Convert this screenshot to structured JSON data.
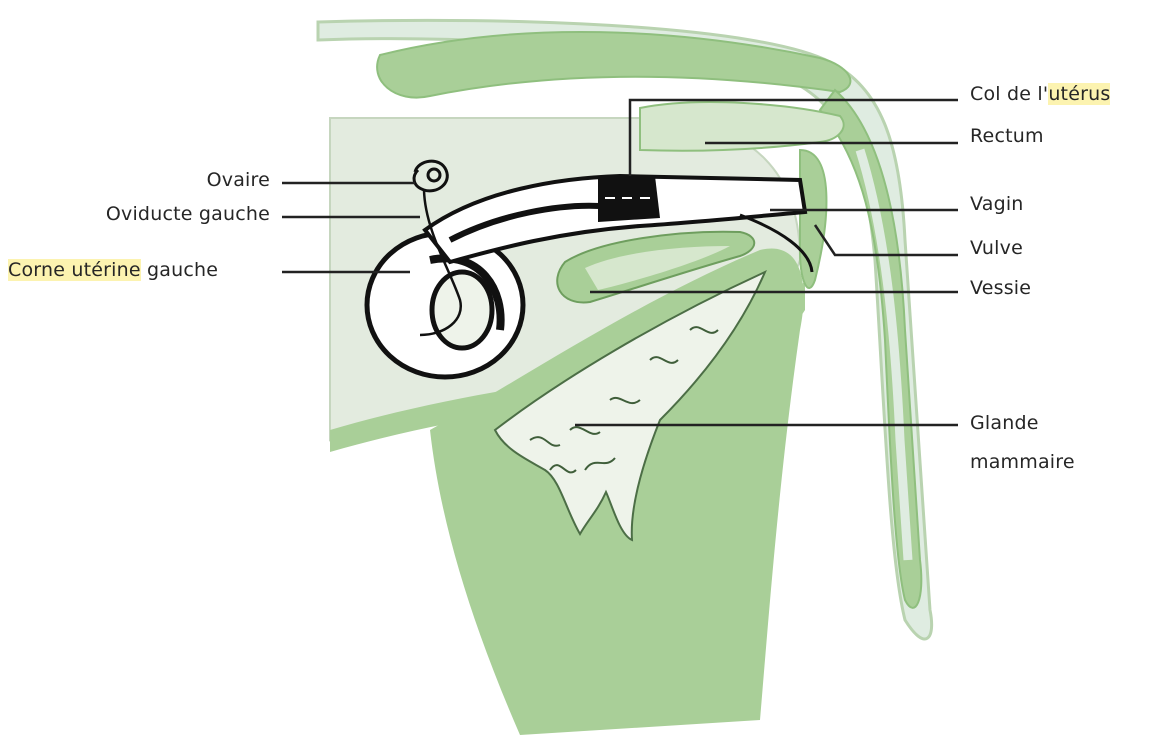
{
  "labels": {
    "col": {
      "part1": "Col de l'",
      "part2": "utérus"
    },
    "rectum": "Rectum",
    "vagin": "Vagin",
    "vulve": "Vulve",
    "vessie": "Vessie",
    "glande_line1": "Glande",
    "glande_line2": "mammaire",
    "ovaire": "Ovaire",
    "oviducte": "Oviducte gauche",
    "corne": {
      "part1": "Corne utérine",
      "part2": " gauche"
    }
  },
  "colors": {
    "tissue_green": "#a9cf98",
    "pale_green": "#d6e7cd",
    "pelvis_grey": "#e3ebdf",
    "highlight": "#fcf3b0",
    "outline": "#111111"
  }
}
